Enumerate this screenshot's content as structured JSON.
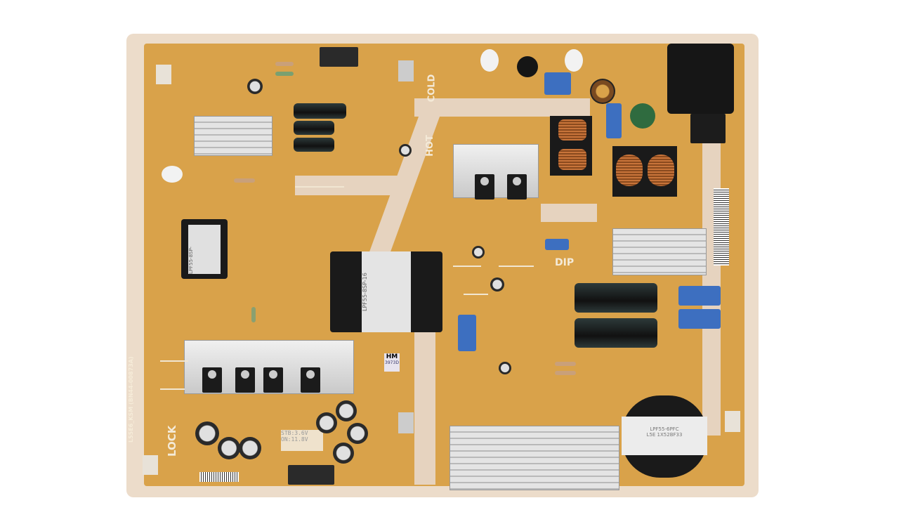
{
  "image": {
    "subject": "tv-power-supply-board"
  },
  "silkscreen": {
    "cold": "COLD",
    "hot": "HOT",
    "dip": "DIP",
    "lock": "LOCK",
    "model": "L55E6_KSM (BN44-00873A)",
    "hm_badge": "HM",
    "hm_code": "3973D",
    "stb_voltage": "STB:3.6V",
    "on_voltage": "ON:11.8V"
  },
  "components": {
    "transformer_main_label": "LPF55-8SP-16",
    "transformer_left_label": "LPF55-8SP-",
    "transformer_round_label1": "LPF55-6PFC",
    "transformer_round_label2": "L5E 1X52BF33"
  },
  "colors": {
    "pcb": "#d9a24a",
    "board_edge": "#ecdcca",
    "heatsink": "#d0d0d0"
  }
}
